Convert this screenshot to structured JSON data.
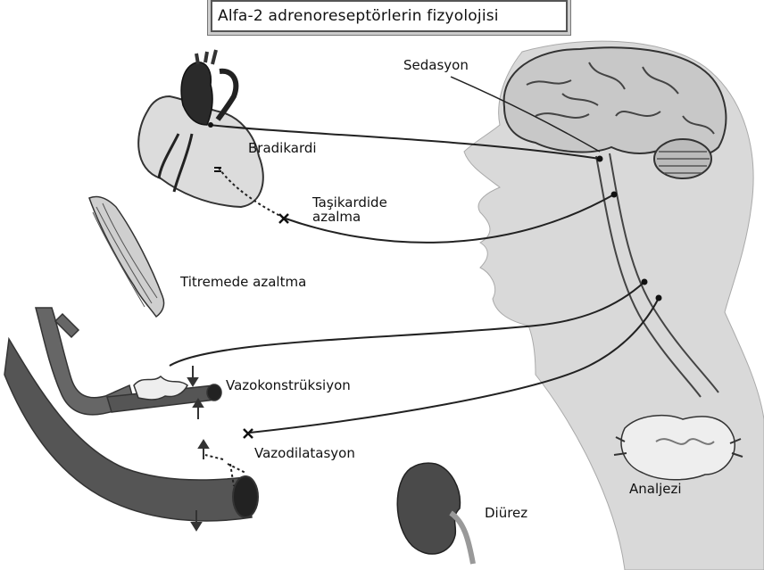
{
  "title": "Alfa-2 adrenoreseptörlerin  fizyolojisi",
  "labels": {
    "sedation": "Sedasyon",
    "bradycardia": "Bradikardi",
    "tachycardia_line1": "Taşikardide",
    "tachycardia_line2": "azalma",
    "shivering": "Titremede azaltma",
    "vasoconstriction": "Vazokonstrüksiyon",
    "vasodilation": "Vazodilatasyon",
    "analgesia": "Analjezi",
    "diuresis": "Diürez"
  },
  "icons": [
    "heart",
    "brain",
    "head-silhouette",
    "spinal-cord",
    "muscle",
    "blood-vessel",
    "kidney",
    "spinal-cross-section"
  ],
  "colors": {
    "line": "#222222",
    "head": "#d6d6d6",
    "vessel": "#555555",
    "text": "#111111"
  }
}
